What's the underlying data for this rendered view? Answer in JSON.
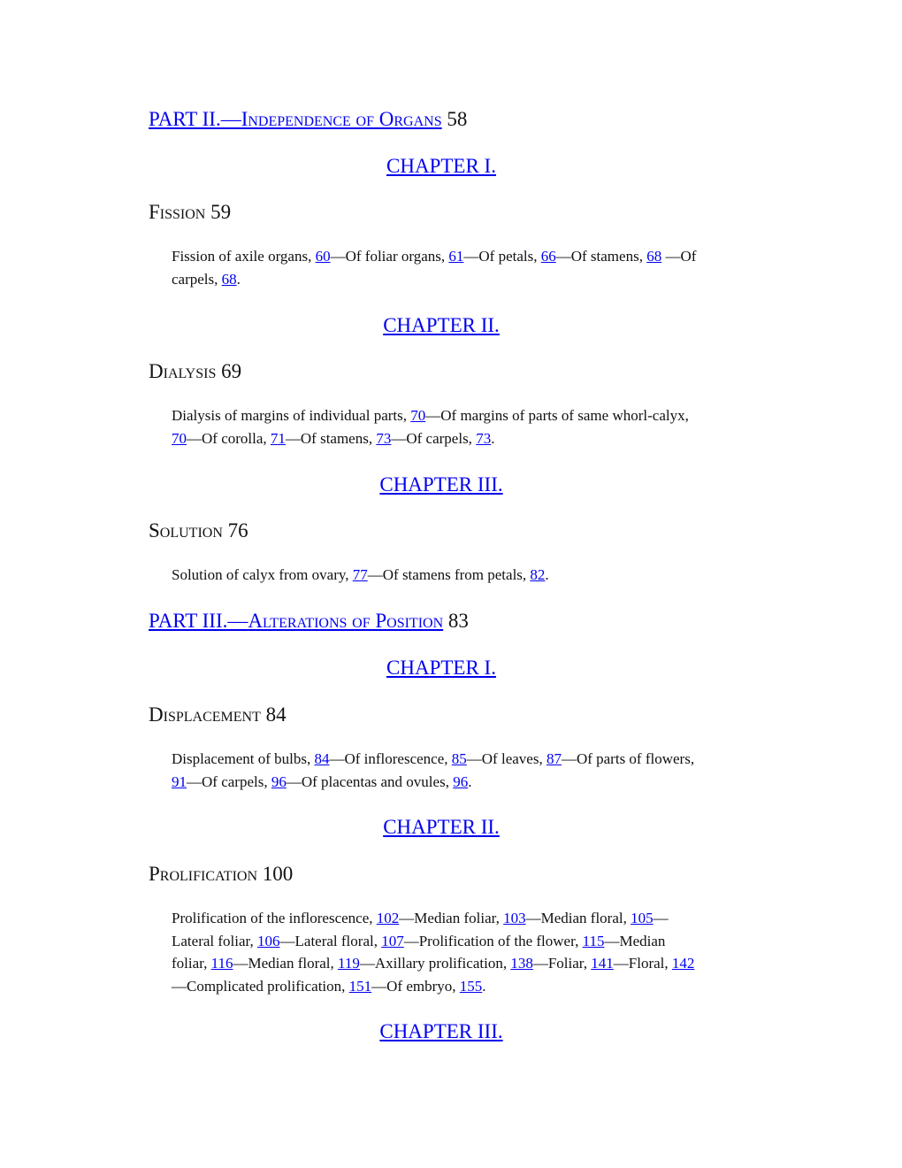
{
  "parts": [
    {
      "label": "PART II.—",
      "title": "Independence of Organs",
      "page": "58"
    },
    {
      "label": "PART III.—",
      "title": "Alterations of Position",
      "page": "83"
    }
  ],
  "chapters": [
    {
      "heading": "CHAPTER I."
    },
    {
      "heading": "CHAPTER II."
    },
    {
      "heading": "CHAPTER III."
    },
    {
      "heading": "CHAPTER I."
    },
    {
      "heading": "CHAPTER II."
    },
    {
      "heading": "CHAPTER III."
    }
  ],
  "sections": [
    {
      "title": "Fission",
      "page": "59"
    },
    {
      "title": "Dialysis",
      "page": "69"
    },
    {
      "title": "Solution",
      "page": "76"
    },
    {
      "title": "Displacement",
      "page": "84"
    },
    {
      "title": "Prolification",
      "page": "100"
    }
  ],
  "summaries": {
    "fission": [
      {
        "t": "Fission of axile organs, ",
        "p": "60"
      },
      {
        "t": "—Of foliar organs, ",
        "p": "61"
      },
      {
        "t": "—Of petals, ",
        "p": "66"
      },
      {
        "t": "—Of stamens, ",
        "p": "68"
      },
      {
        "t": " —Of carpels, ",
        "p": "68"
      },
      {
        "t": "."
      }
    ],
    "dialysis": [
      {
        "t": "Dialysis of margins of individual parts, ",
        "p": "70"
      },
      {
        "t": "—Of margins of parts of same whorl-calyx, ",
        "p": "70"
      },
      {
        "t": "—Of corolla, ",
        "p": "71"
      },
      {
        "t": "—Of stamens, ",
        "p": "73"
      },
      {
        "t": "—Of carpels, ",
        "p": "73"
      },
      {
        "t": "."
      }
    ],
    "solution": [
      {
        "t": "Solution of calyx from ovary, ",
        "p": "77"
      },
      {
        "t": "—Of stamens from petals, ",
        "p": "82"
      },
      {
        "t": "."
      }
    ],
    "displacement": [
      {
        "t": "Displacement of bulbs, ",
        "p": "84"
      },
      {
        "t": "—Of inflorescence, ",
        "p": "85"
      },
      {
        "t": "—Of leaves, ",
        "p": "87"
      },
      {
        "t": "—Of parts of flowers, ",
        "p": "91"
      },
      {
        "t": "—Of carpels, ",
        "p": "96"
      },
      {
        "t": "—Of placentas and ovules, ",
        "p": "96"
      },
      {
        "t": "."
      }
    ],
    "prolification": [
      {
        "t": "Prolification of the inflorescence, ",
        "p": "102"
      },
      {
        "t": "—Median foliar, ",
        "p": "103"
      },
      {
        "t": "—Median floral, ",
        "p": "105"
      },
      {
        "t": "—Lateral foliar, ",
        "p": "106"
      },
      {
        "t": "—Lateral floral, ",
        "p": "107"
      },
      {
        "t": "—Prolification of the flower, ",
        "p": "115"
      },
      {
        "t": "—Median foliar, ",
        "p": "116"
      },
      {
        "t": "—Median floral, ",
        "p": "119"
      },
      {
        "t": "—Axillary prolification, ",
        "p": "138"
      },
      {
        "t": "—Foliar, ",
        "p": "141"
      },
      {
        "t": "—Floral, ",
        "p": "142"
      },
      {
        "t": "—Complicated prolification, ",
        "p": "151"
      },
      {
        "t": "—Of embryo, ",
        "p": "155"
      },
      {
        "t": "."
      }
    ]
  },
  "colors": {
    "link": "#0000ee",
    "text": "#111111",
    "background": "#ffffff"
  }
}
